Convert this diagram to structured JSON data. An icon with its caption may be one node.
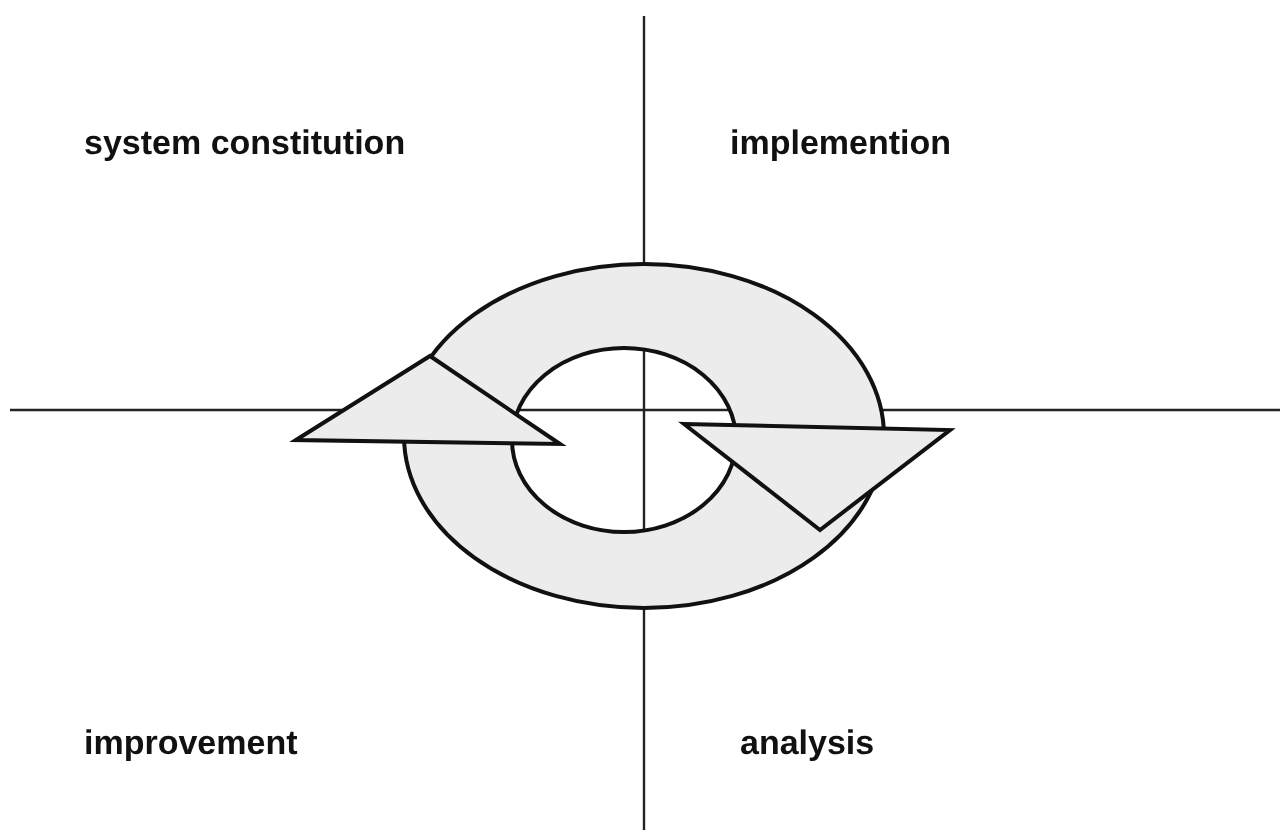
{
  "diagram": {
    "labels": [
      "system constitution",
      "implemention",
      "improvement",
      "analysis"
    ]
  }
}
